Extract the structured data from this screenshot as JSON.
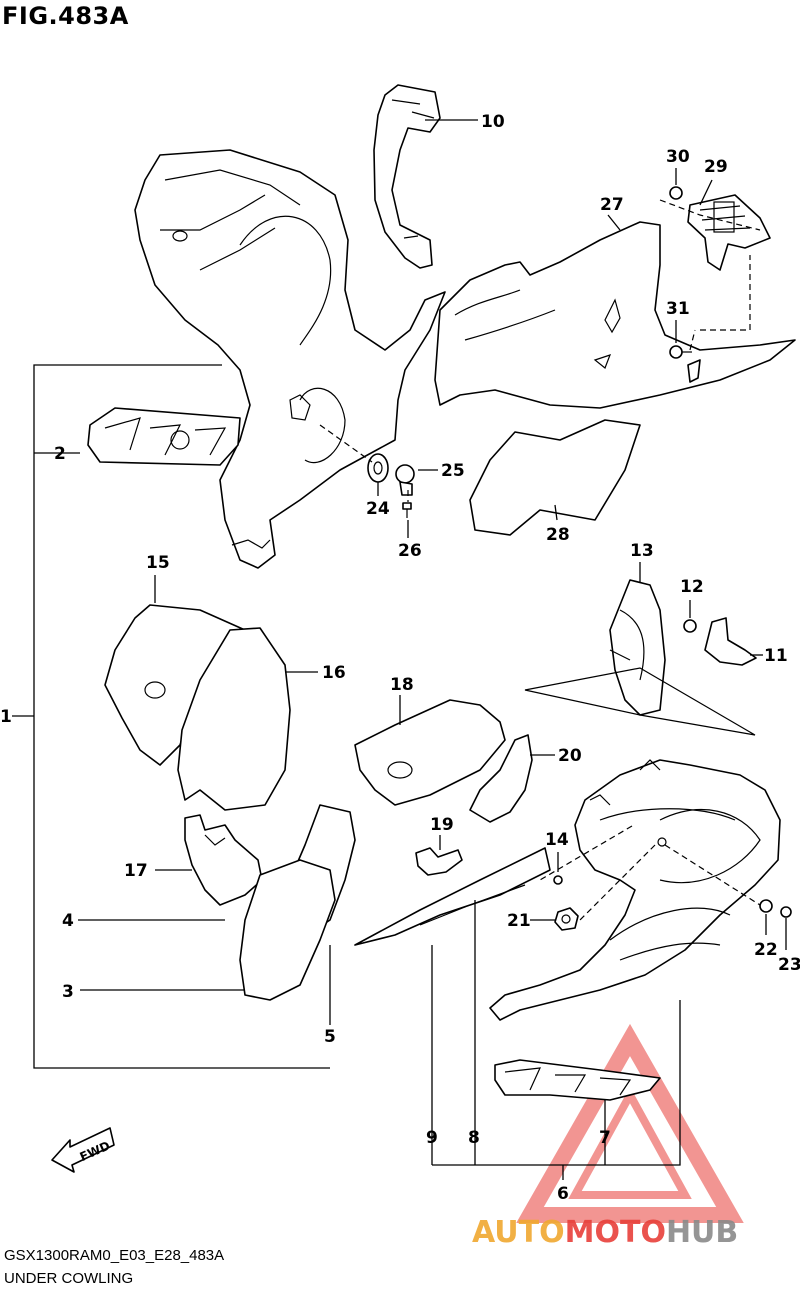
{
  "figure_title": "FIG.483A",
  "footer": {
    "code": "GSX1300RAM0_E03_E28_483A",
    "name": "UNDER COWLING"
  },
  "fwd_label": "FWD",
  "watermark": {
    "part1": "AUTO",
    "part2": "MOTO",
    "part3": "HUB",
    "colors": {
      "auto": "#f0a830",
      "moto": "#e8403a",
      "hub": "#8a8a8a"
    }
  },
  "callouts": {
    "c1": "1",
    "c2": "2",
    "c3": "3",
    "c4": "4",
    "c5": "5",
    "c6": "6",
    "c7": "7",
    "c8": "8",
    "c9": "9",
    "c10": "10",
    "c11": "11",
    "c12": "12",
    "c13": "13",
    "c14": "14",
    "c15": "15",
    "c16": "16",
    "c17": "17",
    "c18": "18",
    "c19": "19",
    "c20": "20",
    "c21": "21",
    "c22": "22",
    "c23": "23",
    "c24": "24",
    "c25": "25",
    "c26": "26",
    "c27": "27",
    "c28": "28",
    "c29": "29",
    "c30": "30",
    "c31": "31"
  }
}
